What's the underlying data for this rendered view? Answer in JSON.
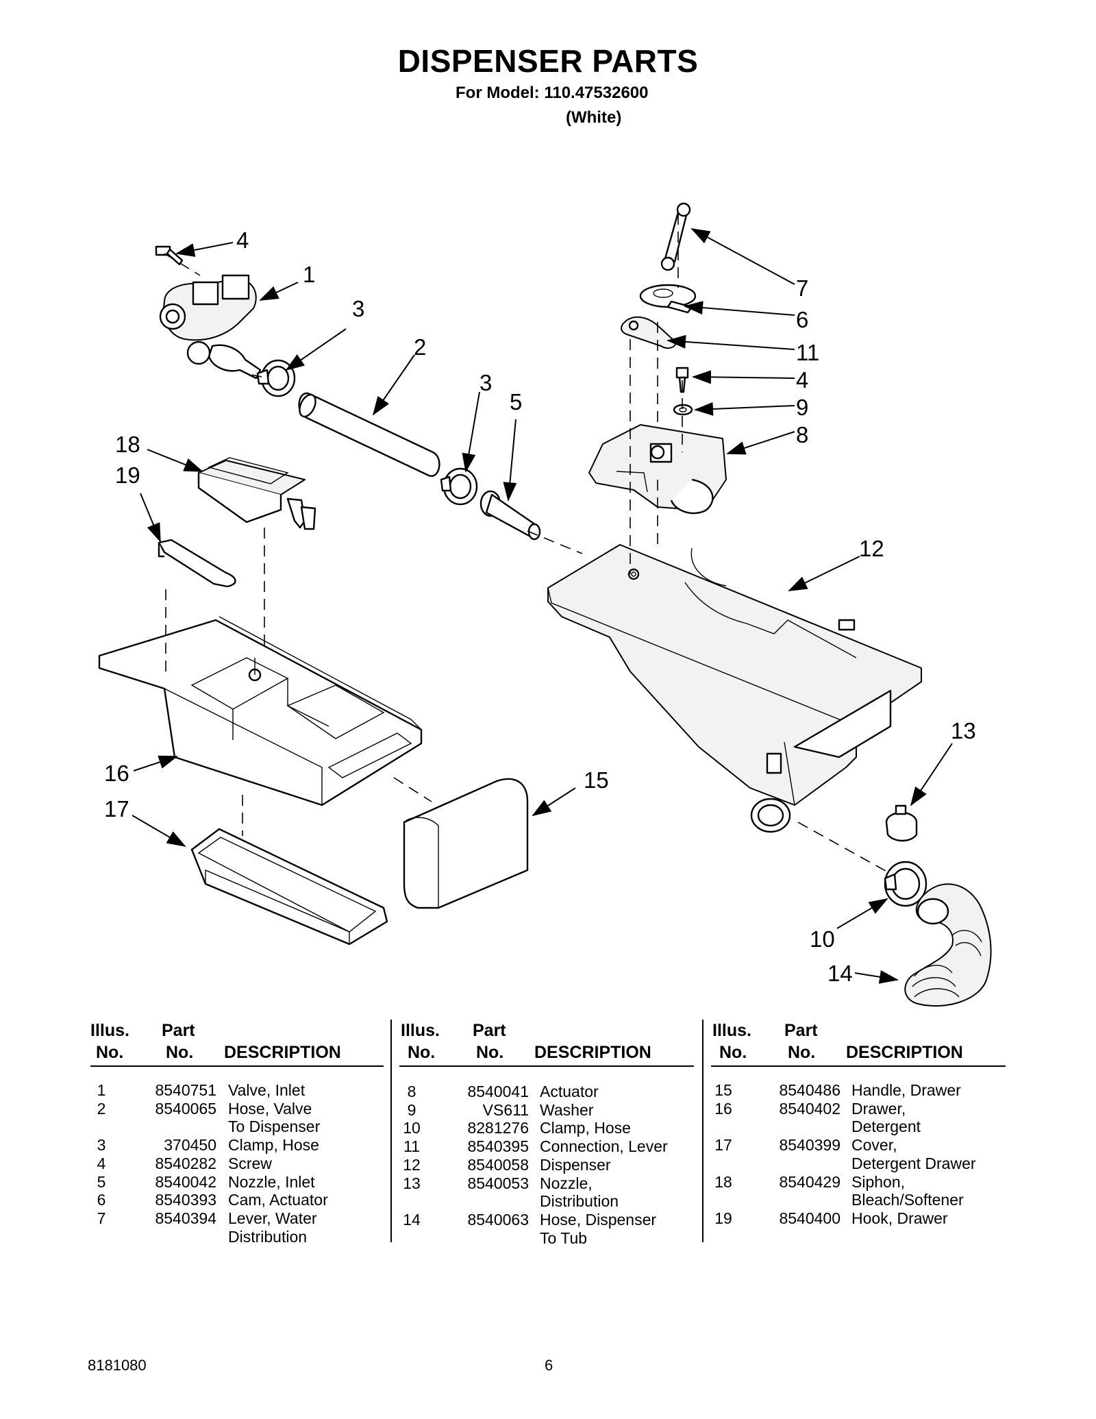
{
  "header": {
    "title": "DISPENSER PARTS",
    "model_line": "For Model: 110.47532600",
    "color_line": "(White)"
  },
  "callouts": [
    "4",
    "1",
    "3",
    "2",
    "3",
    "5",
    "18",
    "19",
    "7",
    "6",
    "11",
    "4",
    "9",
    "8",
    "12",
    "13",
    "16",
    "17",
    "15",
    "10",
    "14"
  ],
  "table": {
    "header": {
      "illus": "Illus.",
      "no": "No.",
      "part": "Part",
      "part_no": "No.",
      "description": "DESCRIPTION"
    },
    "columns": [
      [
        {
          "no": "1",
          "part": "8540751",
          "desc": [
            "Valve, Inlet"
          ]
        },
        {
          "no": "2",
          "part": "8540065",
          "desc": [
            "Hose, Valve",
            "To Dispenser"
          ]
        },
        {
          "no": "3",
          "part": "370450",
          "desc": [
            "Clamp, Hose"
          ]
        },
        {
          "no": "4",
          "part": "8540282",
          "desc": [
            "Screw"
          ]
        },
        {
          "no": "5",
          "part": "8540042",
          "desc": [
            "Nozzle, Inlet"
          ]
        },
        {
          "no": "6",
          "part": "8540393",
          "desc": [
            "Cam, Actuator"
          ]
        },
        {
          "no": "7",
          "part": "8540394",
          "desc": [
            "Lever, Water",
            "Distribution"
          ]
        }
      ],
      [
        {
          "no": "8",
          "part": "8540041",
          "desc": [
            "Actuator"
          ]
        },
        {
          "no": "9",
          "part": "VS611",
          "desc": [
            "Washer"
          ]
        },
        {
          "no": "10",
          "part": "8281276",
          "desc": [
            "Clamp, Hose"
          ]
        },
        {
          "no": "11",
          "part": "8540395",
          "desc": [
            "Connection, Lever"
          ]
        },
        {
          "no": "12",
          "part": "8540058",
          "desc": [
            "Dispenser"
          ]
        },
        {
          "no": "13",
          "part": "8540053",
          "desc": [
            "Nozzle,",
            "Distribution"
          ]
        },
        {
          "no": "14",
          "part": "8540063",
          "desc": [
            "Hose, Dispenser",
            "To Tub"
          ]
        }
      ],
      [
        {
          "no": "15",
          "part": "8540486",
          "desc": [
            "Handle, Drawer"
          ]
        },
        {
          "no": "16",
          "part": "8540402",
          "desc": [
            "Drawer,",
            "Detergent"
          ]
        },
        {
          "no": "17",
          "part": "8540399",
          "desc": [
            "Cover,",
            "Detergent Drawer"
          ]
        },
        {
          "no": "18",
          "part": "8540429",
          "desc": [
            "Siphon,",
            "Bleach/Softener"
          ]
        },
        {
          "no": "19",
          "part": "8540400",
          "desc": [
            "Hook, Drawer"
          ]
        }
      ]
    ]
  },
  "footer": {
    "doc_number": "8181080",
    "page_number": "6"
  }
}
